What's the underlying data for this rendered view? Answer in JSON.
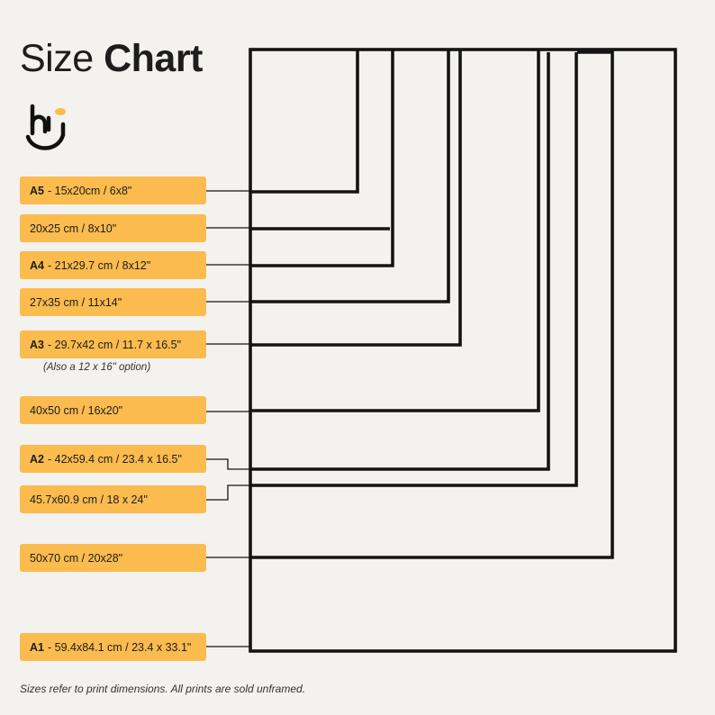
{
  "title": {
    "light": "Size",
    "bold": "Chart"
  },
  "logo_icon": "hu-smile-logo",
  "accent_color": "#fbbb4e",
  "sizes": [
    {
      "code": "A5",
      "text": "- 15x20cm / 6x8\""
    },
    {
      "code": "",
      "text": "20x25 cm / 8x10\""
    },
    {
      "code": "A4",
      "text": "- 21x29.7 cm / 8x12\""
    },
    {
      "code": "",
      "text": "27x35 cm / 11x14\""
    },
    {
      "code": "A3",
      "text": "- 29.7x42 cm / 11.7 x 16.5\""
    },
    {
      "code": "",
      "text": "40x50 cm / 16x20\""
    },
    {
      "code": "A2",
      "text": "- 42x59.4 cm / 23.4 x 16.5\""
    },
    {
      "code": "",
      "text": "45.7x60.9 cm / 18 x 24\""
    },
    {
      "code": "",
      "text": "50x70 cm / 20x28\""
    },
    {
      "code": "A1",
      "text": "- 59.4x84.1 cm / 23.4 x 33.1\""
    }
  ],
  "a3_note": "(Also a 12 x 16\" option)",
  "footer": "Sizes refer to print dimensions. All prints are sold unframed."
}
